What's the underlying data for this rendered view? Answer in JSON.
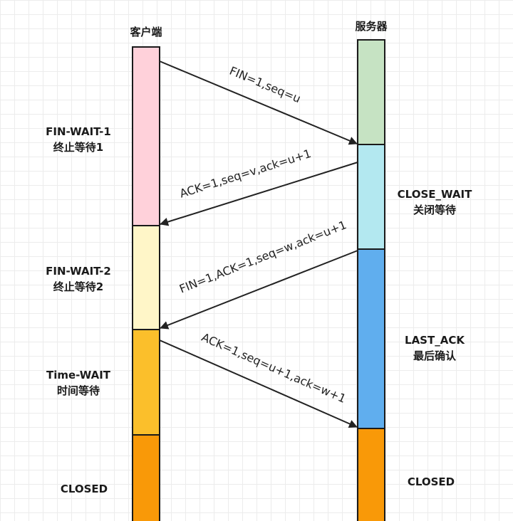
{
  "client": {
    "title": "客户端",
    "states": {
      "fin_wait_1": {
        "name": "FIN-WAIT-1",
        "sub": "终止等待1",
        "color": "#FFD1DA"
      },
      "fin_wait_2": {
        "name": "FIN-WAIT-2",
        "sub": "终止等待2",
        "color": "#FFF6C8"
      },
      "time_wait": {
        "name": "Time-WAIT",
        "sub": "时间等待",
        "color": "#FBBF2B"
      },
      "closed": {
        "name": "CLOSED",
        "color": "#F99908"
      }
    }
  },
  "server": {
    "title": "服务器",
    "states": {
      "established": {
        "color": "#C6E3C3"
      },
      "close_wait": {
        "name": "CLOSE_WAIT",
        "sub": "关闭等待",
        "color": "#B3E8F0"
      },
      "last_ack": {
        "name": "LAST_ACK",
        "sub": "最后确认",
        "color": "#60AEEE"
      },
      "closed": {
        "name": "CLOSED",
        "color": "#F99908"
      }
    }
  },
  "messages": {
    "m1": "FIN=1,seq=u",
    "m2": "ACK=1,seq=v,ack=u+1",
    "m3": "FIN=1,ACK=1,seq=w,ack=u+1",
    "m4": "ACK=1,seq=u+1,ack=w+1"
  },
  "colors": {
    "line": "#222222"
  }
}
